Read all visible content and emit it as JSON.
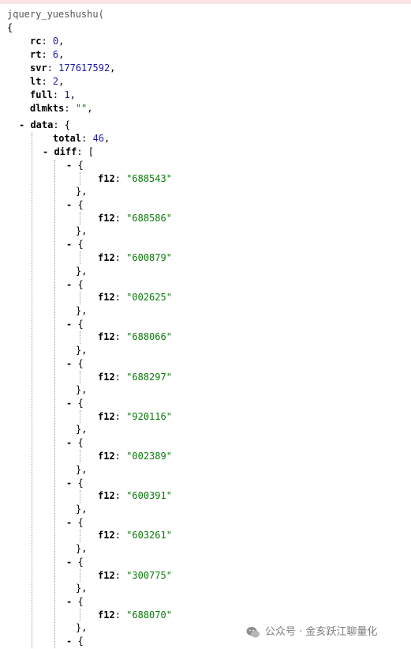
{
  "callback_line": "jquery_yueshushu(",
  "open_brace": "{",
  "top_fields": [
    {
      "key": "rc",
      "value": "0",
      "kind": "num"
    },
    {
      "key": "rt",
      "value": "6",
      "kind": "num"
    },
    {
      "key": "svr",
      "value": "177617592",
      "kind": "num"
    },
    {
      "key": "lt",
      "value": "2",
      "kind": "num"
    },
    {
      "key": "full",
      "value": "1",
      "kind": "num"
    },
    {
      "key": "dlmkts",
      "value": "\"\"",
      "kind": "str"
    }
  ],
  "data_key": "data",
  "total_key": "total",
  "total_value": "46",
  "diff_key": "diff",
  "item_key": "f12",
  "diff_items": [
    "\"688543\"",
    "\"688586\"",
    "\"600879\"",
    "\"002625\"",
    "\"688066\"",
    "\"688297\"",
    "\"920116\"",
    "\"002389\"",
    "\"600391\"",
    "\"603261\"",
    "\"300775\"",
    "\"688070\""
  ],
  "watermark_text": "公众号 · 金亥跃江聊量化"
}
